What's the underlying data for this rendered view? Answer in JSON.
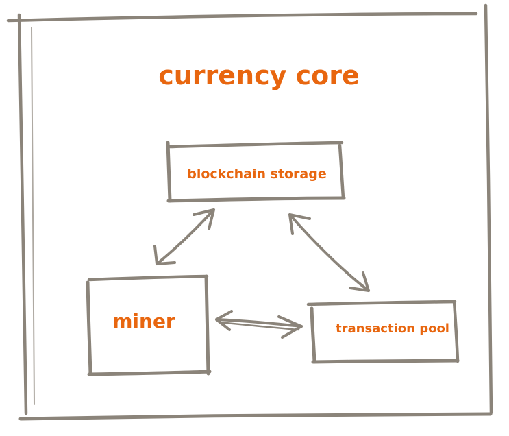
{
  "diagram": {
    "title": "currency core",
    "nodes": {
      "blockchain": {
        "label": "blockchain storage"
      },
      "miner": {
        "label": "miner"
      },
      "pool": {
        "label": "transaction pool"
      }
    },
    "edges": [
      {
        "from": "blockchain",
        "to": "miner",
        "bidirectional": true
      },
      {
        "from": "blockchain",
        "to": "pool",
        "bidirectional": true
      },
      {
        "from": "miner",
        "to": "pool",
        "bidirectional": true
      }
    ],
    "colors": {
      "stroke": "#8b847a",
      "text": "#e8660f",
      "background": "#ffffff"
    }
  }
}
